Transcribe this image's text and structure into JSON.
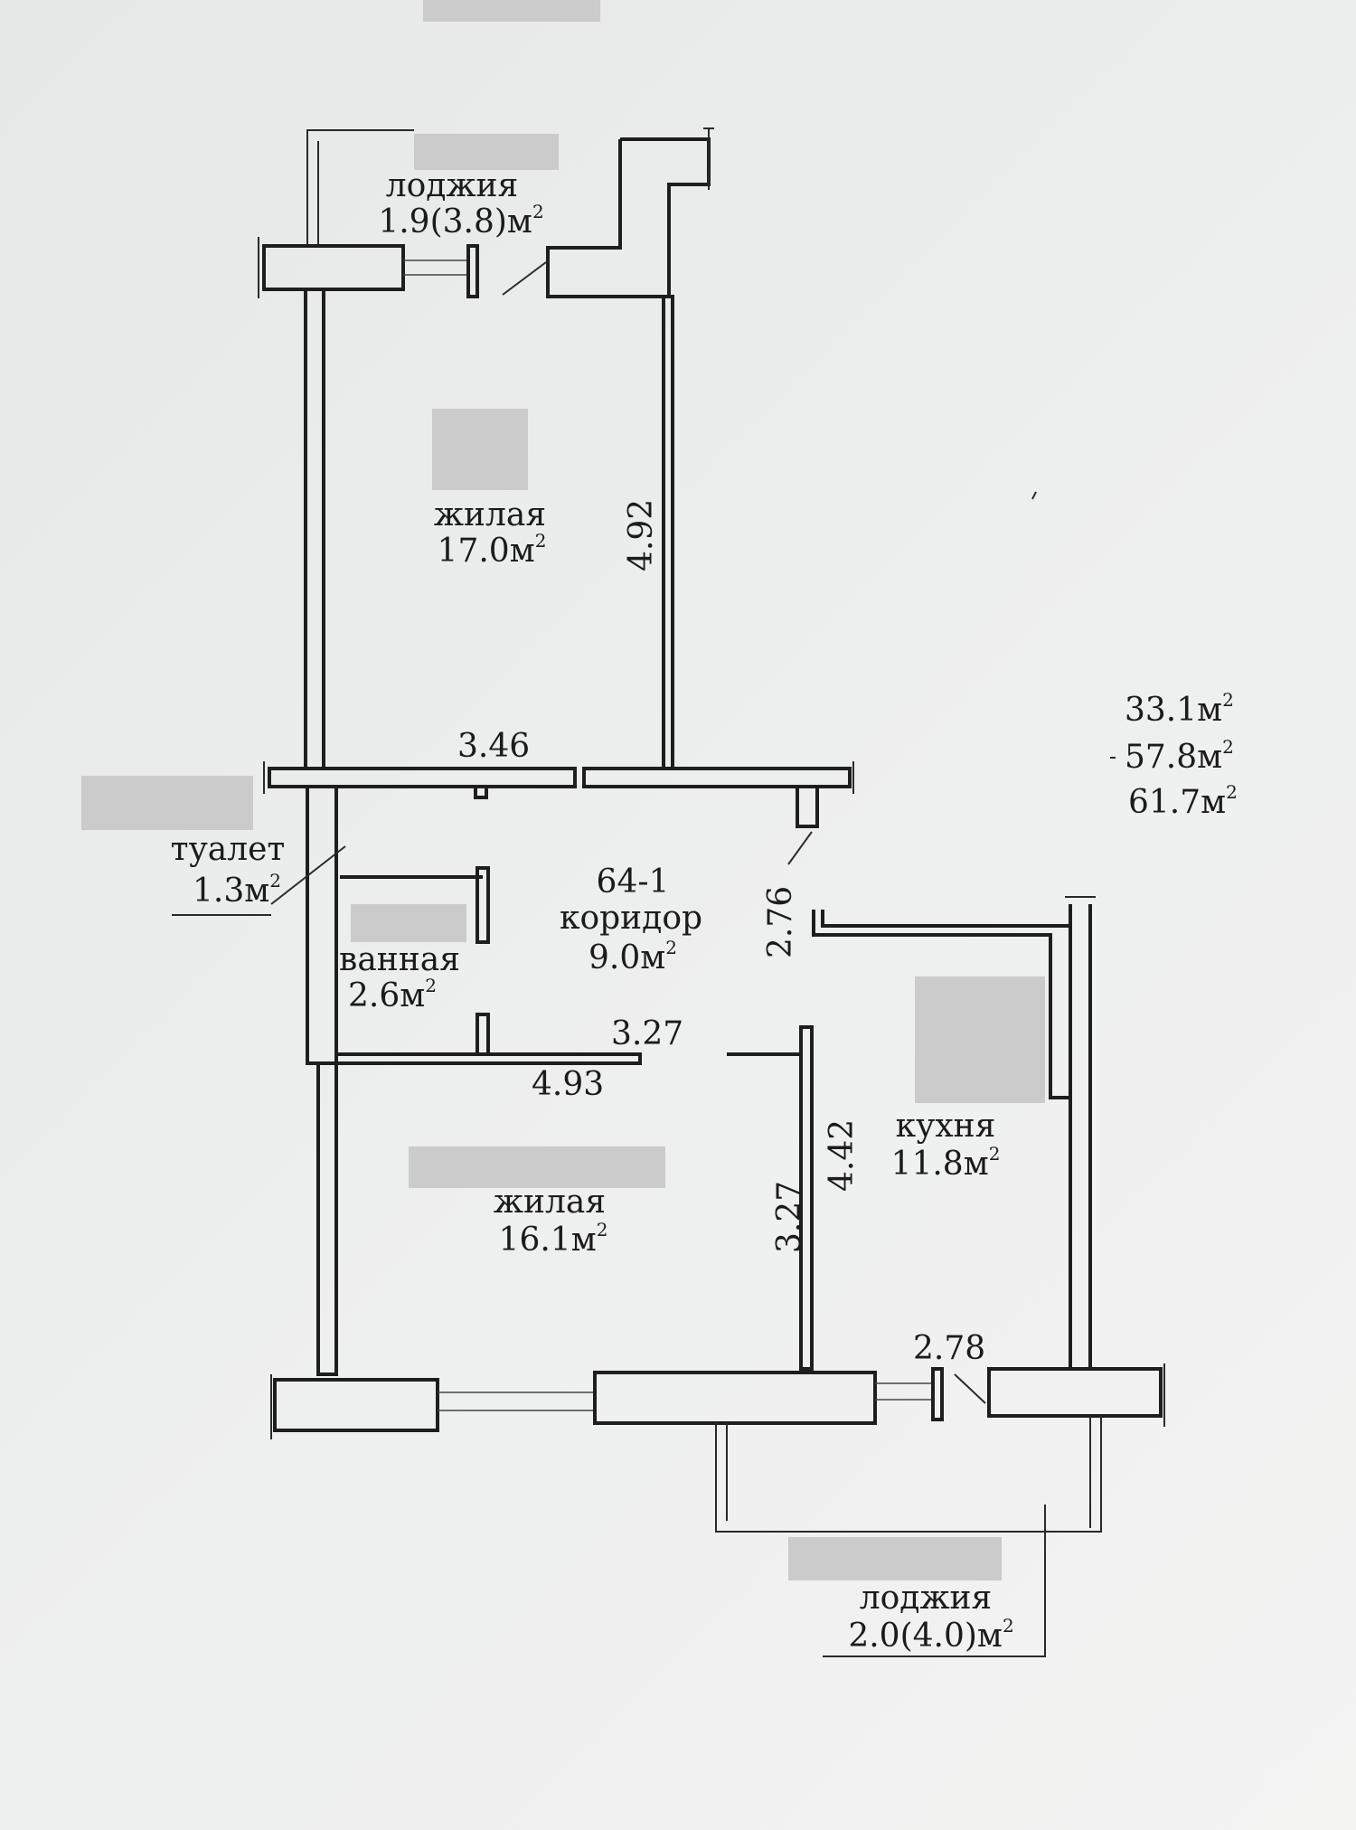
{
  "rooms": {
    "loggia_top": {
      "name": "лоджия",
      "area": "1.9(3.8)м",
      "sup": "2"
    },
    "living_top": {
      "name": "жилая",
      "area": "17.0м",
      "sup": "2"
    },
    "toilet": {
      "name": "туалет",
      "area": "1.3м",
      "sup": "2"
    },
    "bathroom": {
      "name": "ванная",
      "area": "2.6м",
      "sup": "2"
    },
    "corridor": {
      "code": "64-1",
      "name": "коридор",
      "area": "9.0м",
      "sup": "2"
    },
    "kitchen": {
      "name": "кухня",
      "area": "11.8м",
      "sup": "2"
    },
    "living_bottom": {
      "name": "жилая",
      "area": "16.1м",
      "sup": "2"
    },
    "loggia_bottom": {
      "name": "лоджия",
      "area": "2.0(4.0)м",
      "sup": "2"
    }
  },
  "dimensions": {
    "d_4_92": "4.92",
    "d_3_46": "3.46",
    "d_2_76": "2.76",
    "d_3_27_h": "3.27",
    "d_4_93": "4.93",
    "d_3_27_v": "3.27",
    "d_4_42": "4.42",
    "d_2_78": "2.78"
  },
  "totals": {
    "t1": "33.1м",
    "t2": "57.8м",
    "t3": "61.7м",
    "sup": "2"
  }
}
